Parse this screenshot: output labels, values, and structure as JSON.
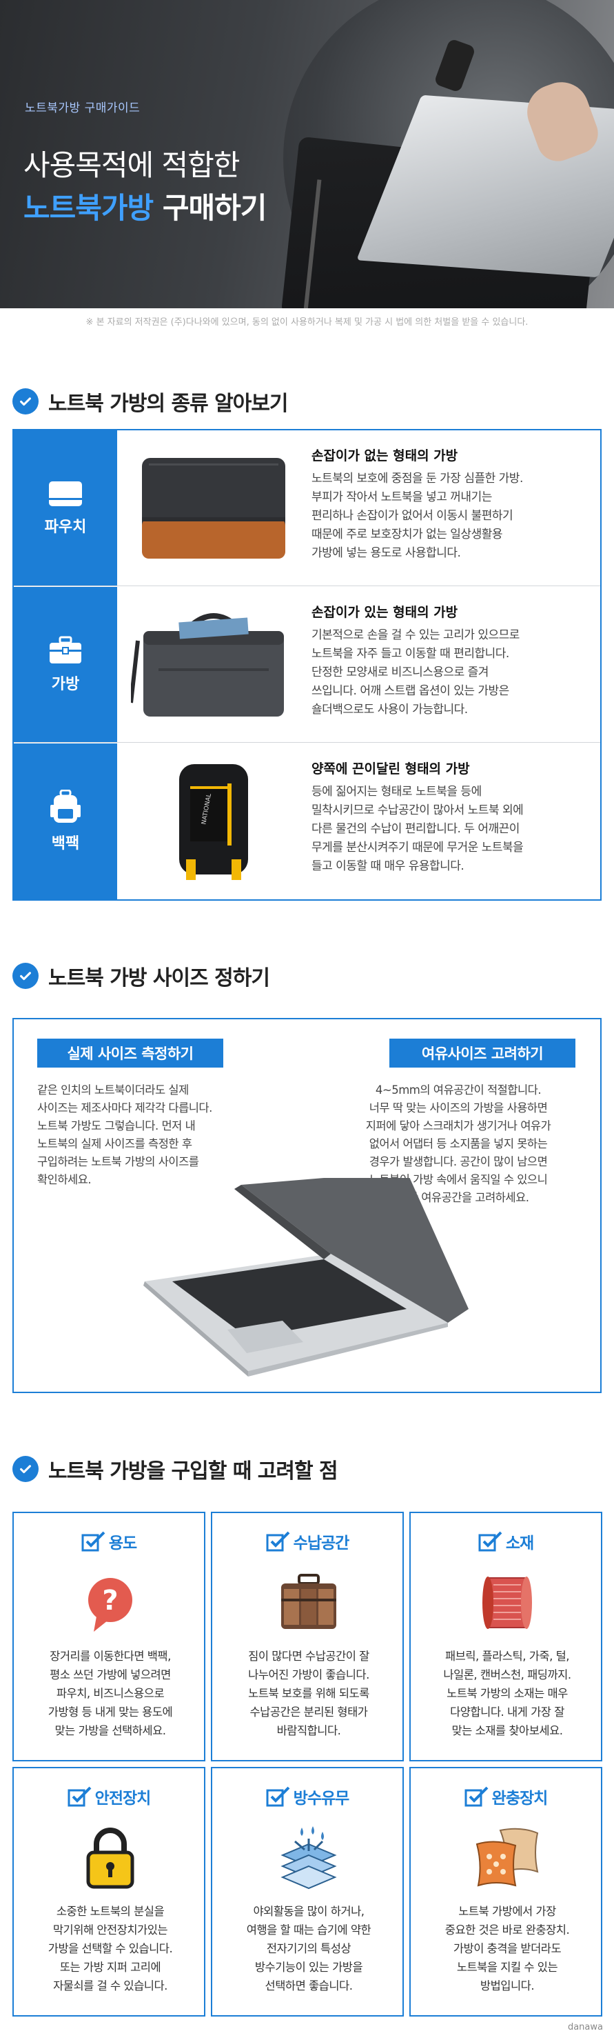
{
  "hero": {
    "subtitle": "노트북가방 구매가이드",
    "title_line1": "사용목적에 적합한",
    "title_line2_accent": "노트북가방",
    "title_line2_rest": " 구매하기"
  },
  "copyright": "※ 본 자료의 저작권은 (주)다나와에 있으며, 동의 없이 사용하거나 복제 및 가공 시 법에 의한 처벌을 받을 수 있습니다.",
  "section1": {
    "heading": "노트북 가방의 종류 알아보기",
    "types": [
      {
        "label": "파우치",
        "icon": "pouch-icon",
        "title": "손잡이가 없는 형태의 가방",
        "lines": [
          "노트북의 보호에 중점을 둔 가장 심플한 가방.",
          "부피가 작아서 노트북을 넣고 꺼내기는",
          "편리하나 손잡이가 없어서 이동시 불편하기",
          "때문에  주로 보호장치가 없는 일상생활용",
          "가방에 넣는 용도로 사용합니다."
        ]
      },
      {
        "label": "가방",
        "icon": "briefcase-icon",
        "title": "손잡이가 있는 형태의 가방",
        "lines": [
          "기본적으로 손을 걸 수 있는 고리가 있으므로",
          "노트북을 자주 들고 이동할 때 편리합니다.",
          "단정한 모양새로 비즈니스용으로 즐겨",
          "쓰입니다. 어깨 스트랩 옵션이 있는 가방은",
          "숄더백으로도 사용이 가능합니다."
        ]
      },
      {
        "label": "백팩",
        "icon": "backpack-icon",
        "title": "양쪽에 끈이달린 형태의 가방",
        "lines": [
          "등에 짊어지는 형태로 노트북을 등에",
          "밀착시키므로 수납공간이 많아서 노트북 외에",
          "다른 물건의 수납이 편리합니다. 두 어깨끈이",
          "무게를 분산시켜주기 때문에 무거운 노트북을",
          "들고 이동할 때 매우 유용합니다."
        ]
      }
    ]
  },
  "section2": {
    "heading": "노트북 가방 사이즈 정하기",
    "left_title": "실제 사이즈 측정하기",
    "left_lines": [
      "같은 인치의 노트북이더라도 실제",
      "사이즈는 제조사마다 제각각 다릅니다.",
      "노트북 가방도 그렇습니다. 먼저  내",
      "노트북의 실제 사이즈를 측정한 후",
      "구입하려는 노트북 가방의 사이즈를",
      "확인하세요."
    ],
    "right_title": "여유사이즈 고려하기",
    "right_lines": [
      "4~5mm의 여유공간이 적절합니다.",
      "너무 딱 맞는 사이즈의 가방을 사용하면",
      "지퍼에 닿아 스크래치가 생기거나 여유가",
      "없어서 어댑터 등 소지품을 넣지 못하는",
      "경우가 발생합니다. 공간이 많이 남으면",
      "노트북이 가방 속에서 움직일 수 있으니",
      "적당한 여유공간을 고려하세요."
    ]
  },
  "section3": {
    "heading": "노트북 가방을 구입할 때 고려할 점",
    "cards": [
      {
        "title": "용도",
        "icon": "question-bubble-icon",
        "lines": [
          "장거리를 이동한다면 백팩,",
          "평소 쓰던 가방에 넣으려면",
          "파우치, 비즈니스용으로",
          "가방형 등 내게 맞는 용도에",
          "맞는 가방을 선택하세요."
        ]
      },
      {
        "title": "수납공간",
        "icon": "bag-compartments-icon",
        "lines": [
          "짐이 많다면 수납공간이 잘",
          "나누어진 가방이 좋습니다.",
          "노트북 보호를 위해 되도록",
          "수납공간은 분리된 형태가",
          "바람직합니다."
        ]
      },
      {
        "title": "소재",
        "icon": "fabric-roll-icon",
        "lines": [
          "패브릭, 플라스틱, 가죽, 털,",
          "나일론, 캔버스천, 패딩까지.",
          "노트북 가방의 소재는 매우",
          "다양합니다. 내게 가장 잘",
          "맞는 소재를 찾아보세요."
        ]
      },
      {
        "title": "안전장치",
        "icon": "padlock-icon",
        "lines": [
          "소중한 노트북의 분실을",
          "막기위해 안전장치가있는",
          "가방을 선택할 수 있습니다.",
          "또는 가방 지퍼 고리에",
          "자물쇠를 걸 수 있습니다."
        ]
      },
      {
        "title": "방수유무",
        "icon": "waterproof-layers-icon",
        "lines": [
          "야외활동을 많이 하거나,",
          "여행을 할 때는 습기에 약한",
          "전자기기의 특성상",
          "방수기능이 있는 가방을",
          "선택하면 좋습니다."
        ]
      },
      {
        "title": "완충장치",
        "icon": "cushion-icon",
        "lines": [
          "노트북 가방에서 가장",
          "중요한 것은 바로 완충장치.",
          "가방이 충격을 받더라도",
          "노트북을 지킬 수 있는",
          "방법입니다."
        ]
      }
    ]
  },
  "footer": {
    "brand": "danawa"
  },
  "colors": {
    "accent": "#1c7ed6",
    "hero_accent": "#3fa0ff"
  }
}
